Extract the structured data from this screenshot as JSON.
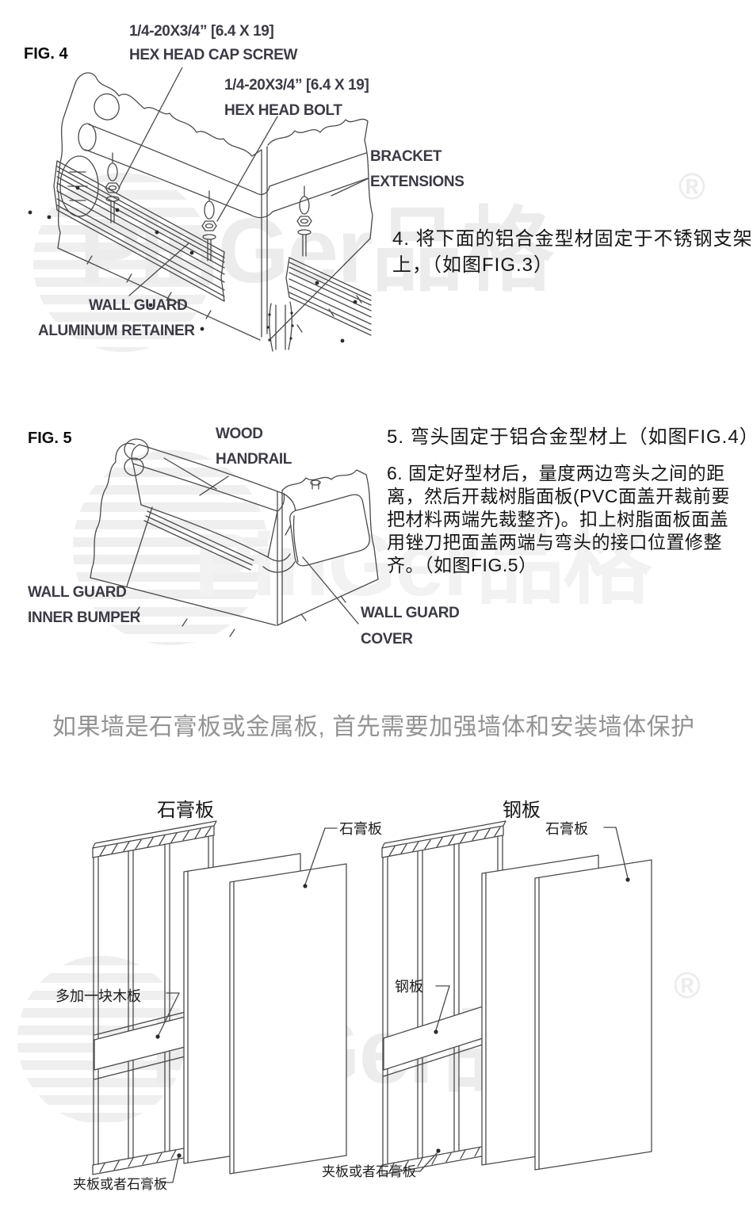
{
  "colors": {
    "line": "#4a4a4a",
    "label_text": "#3b3b47",
    "body_text": "#161616",
    "heading_gray": "#939393",
    "watermark": "#ececec"
  },
  "watermark": {
    "brand": "PinGer品格",
    "registered": "®"
  },
  "fig4": {
    "label": "FIG. 4",
    "screw_spec": "1/4-20X3/4” [6.4 X 19]",
    "screw_name": "HEX HEAD CAP SCREW",
    "bolt_spec": "1/4-20X3/4” [6.4 X 19]",
    "bolt_name": "HEX HEAD BOLT",
    "bracket_l1": "BRACKET",
    "bracket_l2": "EXTENSIONS",
    "retainer_l1": "WALL GUARD",
    "retainer_l2": "ALUMINUM RETAINER",
    "step4_l1": "4. 将下面的铝合金型材固定于不锈钢支架",
    "step4_l2": "上，（如图FIG.3）"
  },
  "fig5": {
    "label": "FIG. 5",
    "handrail_l1": "WOOD",
    "handrail_l2": "HANDRAIL",
    "bumper_l1": "WALL GUARD",
    "bumper_l2": "INNER BUMPER",
    "cover_l1": "WALL GUARD",
    "cover_l2": "COVER",
    "step5": "5. 弯头固定于铝合金型材上（如图FIG.4）",
    "step6_lines": [
      "6. 固定好型材后，量度两边弯头之间的距",
      "离，然后开裁树脂面板(PVC面盖开裁前要",
      "把材料两端先裁整齐)。扣上树脂面板面盖",
      "用锉刀把面盖两端与弯头的接口位置修整",
      "齐。（如图FIG.5）"
    ]
  },
  "wall_section": {
    "heading": "如果墙是石膏板或金属板, 首先需要加强墙体和安装墙体保护",
    "left": {
      "title": "石膏板",
      "callout_panel": "石膏板",
      "callout_board": "多加一块木板",
      "callout_cover": "夹板或者石膏板"
    },
    "right": {
      "title": "钢板",
      "callout_panel": "石膏板",
      "callout_plate": "钢板",
      "callout_cover": "夹板或者石膏板"
    }
  }
}
